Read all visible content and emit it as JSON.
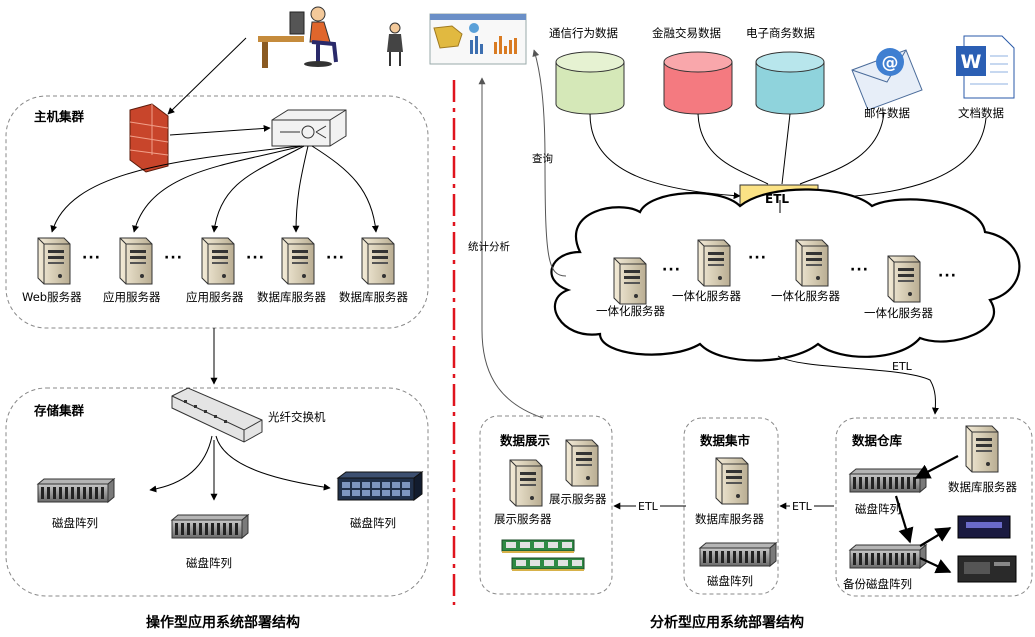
{
  "left": {
    "host_cluster": {
      "title": "主机集群",
      "servers": [
        "Web服务器",
        "应用服务器",
        "应用服务器",
        "数据库服务器",
        "数据库服务器"
      ],
      "dots": "···"
    },
    "storage_cluster": {
      "title": "存储集群",
      "switch_label": "光纤交换机",
      "disks": [
        "磁盘阵列",
        "磁盘阵列",
        "磁盘阵列"
      ]
    },
    "caption": "操作型应用系统部署结构"
  },
  "right": {
    "sources": [
      "通信行为数据",
      "金融交易数据",
      "电子商务数据",
      "邮件数据",
      "文档数据"
    ],
    "etl_box": "ETL",
    "query_label": "查询",
    "stats_label": "统计分析",
    "cloud_servers": [
      "一体化服务器",
      "一体化服务器",
      "一体化服务器",
      "一体化服务器"
    ],
    "etl_labels": [
      "ETL",
      "ETL",
      "ETL"
    ],
    "display": {
      "title": "数据展示",
      "servers": [
        "展示服务器",
        "展示服务器"
      ]
    },
    "mart": {
      "title": "数据集市",
      "server": "数据库服务器",
      "disk": "磁盘阵列"
    },
    "warehouse": {
      "title": "数据仓库",
      "server": "数据库服务器",
      "disk": "磁盘阵列",
      "backup": "备份磁盘阵列"
    },
    "caption": "分析型应用系统部署结构"
  },
  "colors": {
    "firewall": "#c8452b",
    "cylinder_green": "#d5e8b8",
    "cylinder_red": "#f47a80",
    "cylinder_blue": "#8fd3dc",
    "etl_box": "#fbe285",
    "divider": "#e0141e",
    "dashed_border": "#888888"
  }
}
